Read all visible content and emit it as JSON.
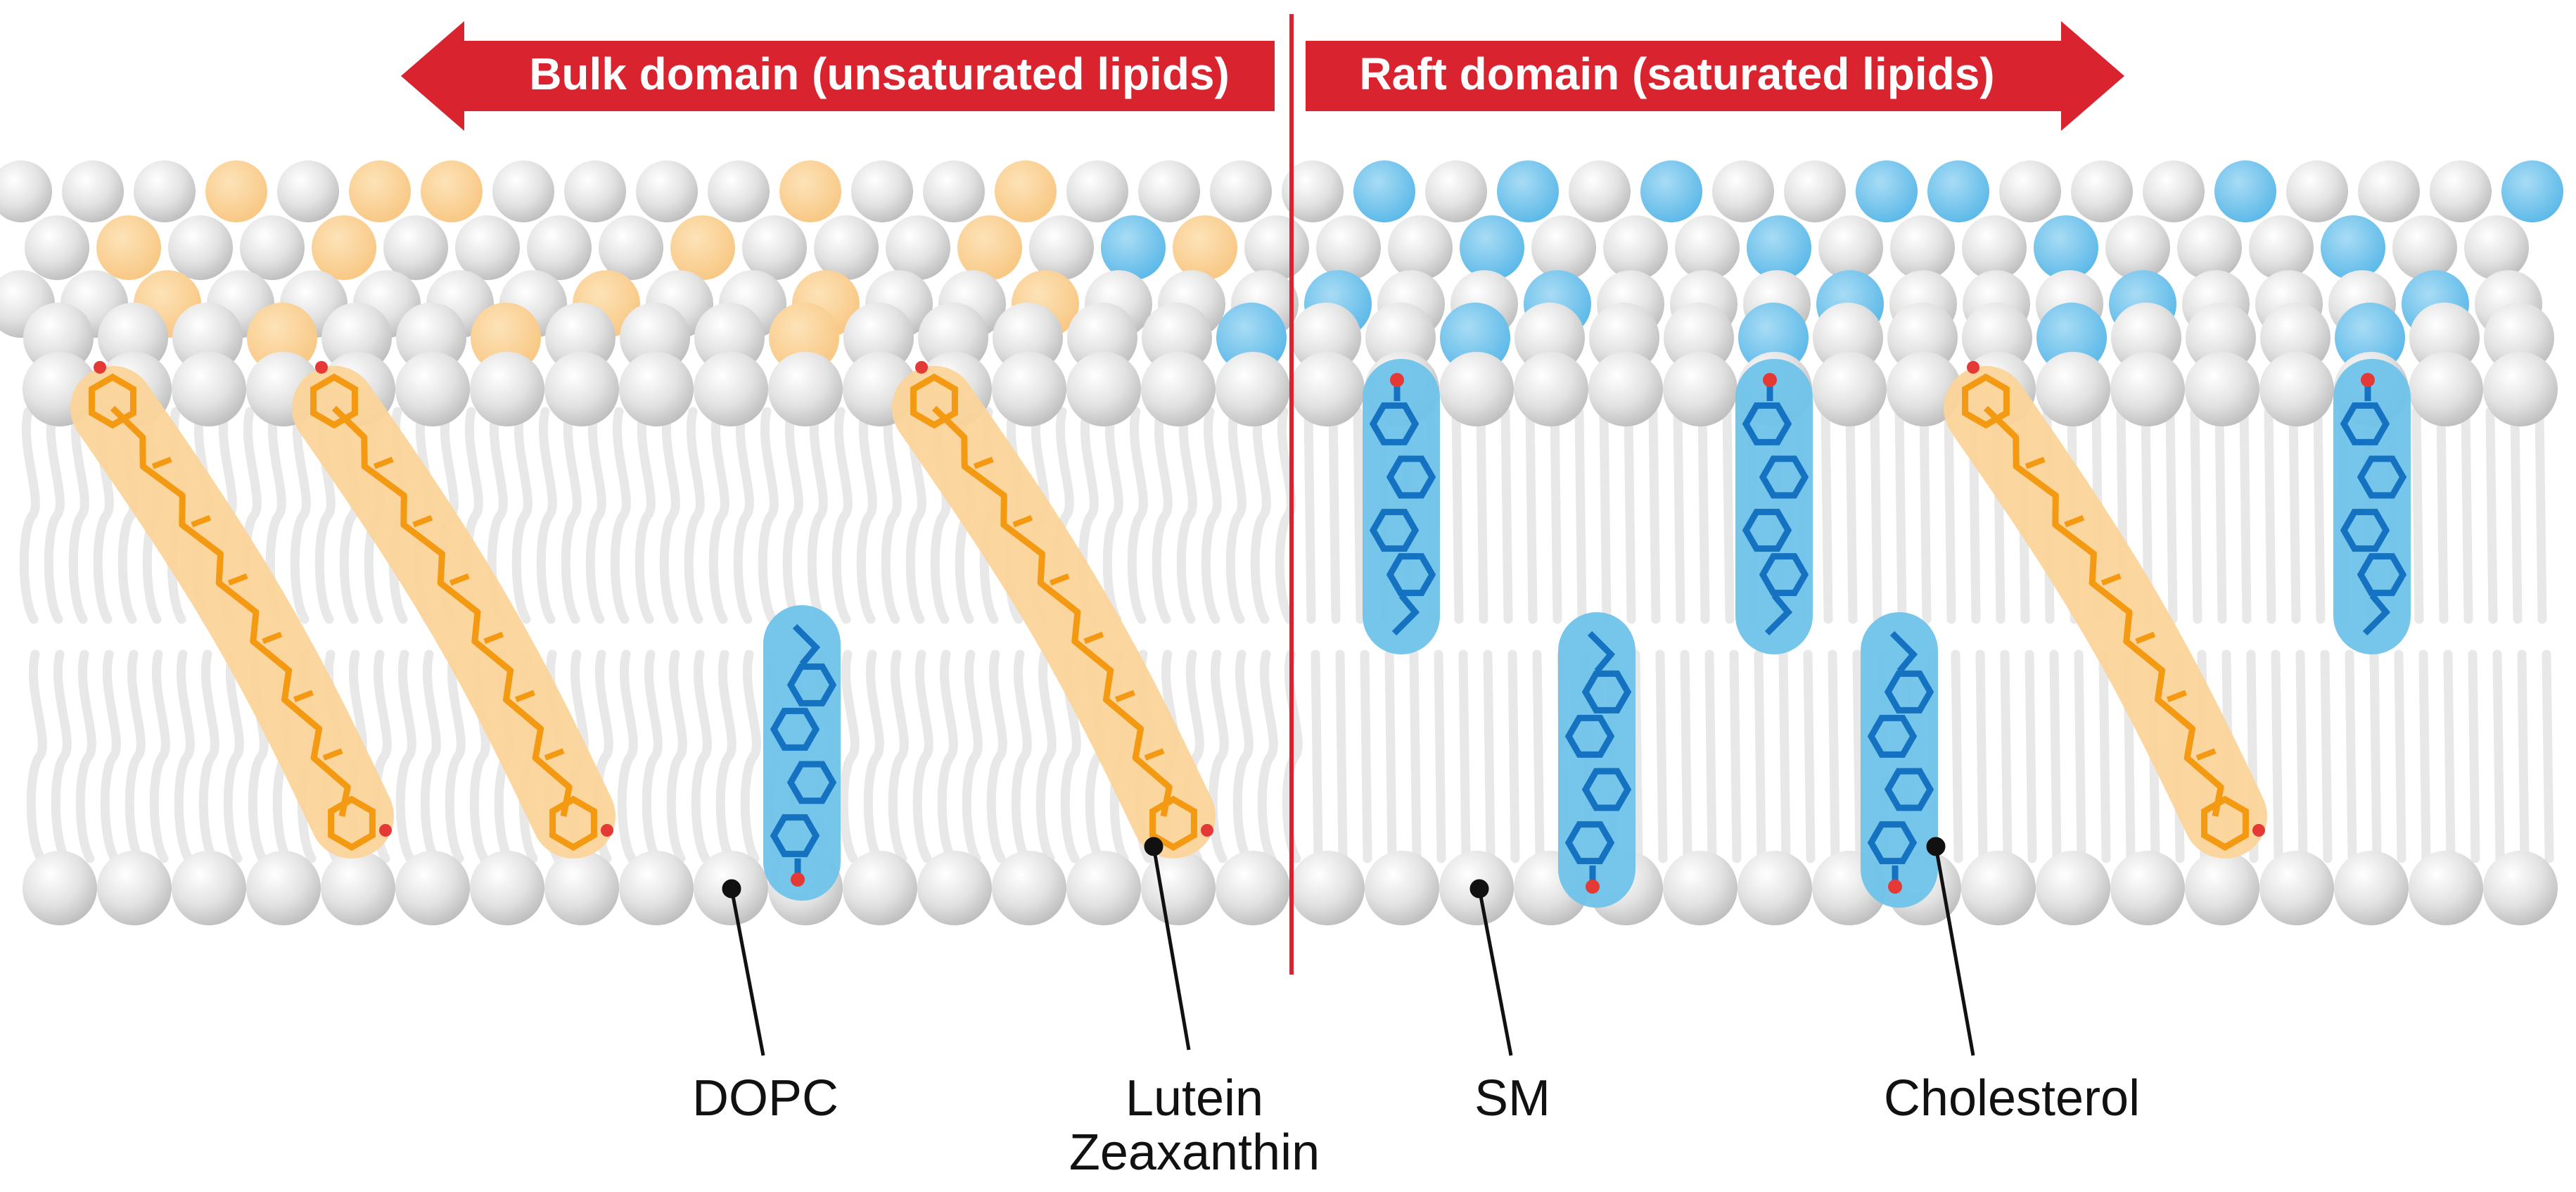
{
  "banners": {
    "left": "Bulk domain (unsaturated lipids)",
    "right": "Raft domain (saturated lipids)"
  },
  "labels": {
    "dopc": "DOPC",
    "lutein": "Lutein",
    "zeaxanthin": "Zeaxanthin",
    "sm": "SM",
    "cholesterol": "Cholesterol"
  },
  "colors": {
    "banner_red": "#d9232e",
    "divider_red": "#d9232e",
    "carotenoid_halo": "#fbd49a",
    "carotenoid_stick": "#f39a12",
    "cholesterol_halo": "#6fc3ea",
    "cholesterol_stick": "#1572c0",
    "head_gray": "#dedede",
    "tail_gray": "#e8e8e8",
    "oxygen": "#e53935"
  }
}
